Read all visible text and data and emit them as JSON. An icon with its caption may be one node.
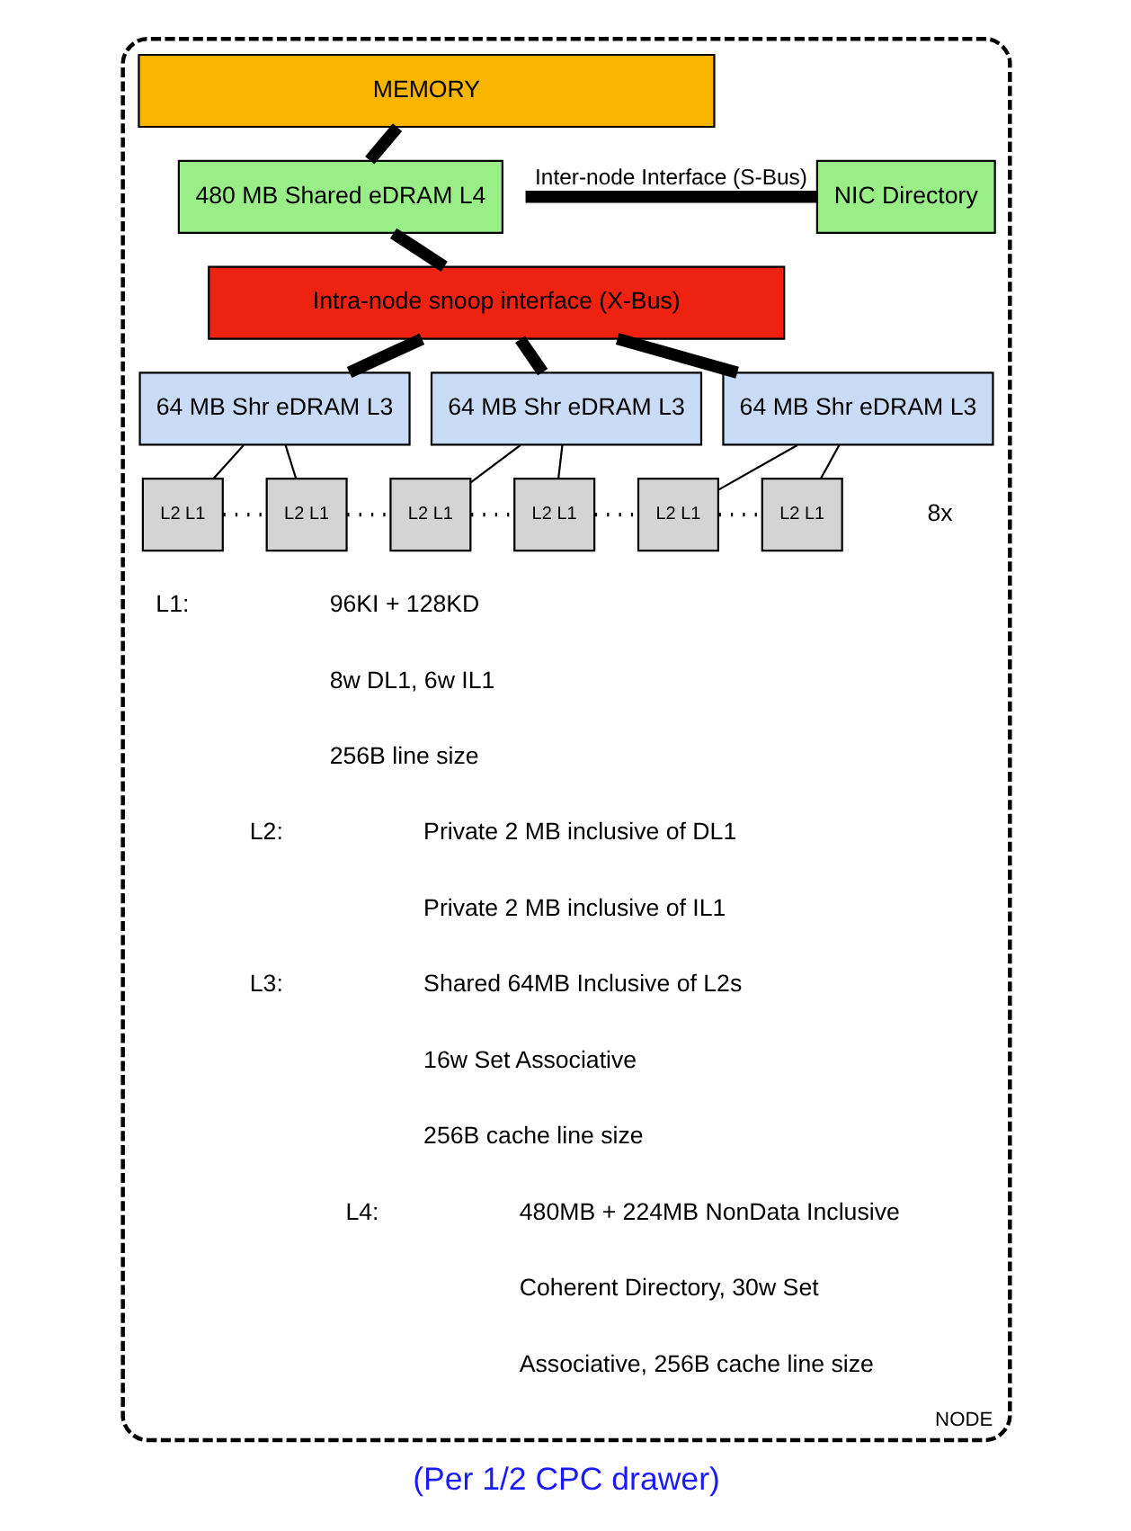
{
  "diagram": {
    "caption": "(Per 1/2 CPC drawer)",
    "nodes": [
      {
        "text": [
          "NODE"
        ]
      },
      {
        "text": [
          "MEMORY"
        ],
        "in": 0
      },
      {
        "text": [
          "NIC Directory"
        ],
        "in": 0
      },
      {
        "text": [
          "480 MB Shared eDRAM L4"
        ],
        "in": 0
      },
      {
        "text": [
          "Intra-node snoop interface (X-Bus)"
        ],
        "in": 0
      },
      {
        "text": [
          "64 MB Shr eDRAM L3"
        ],
        "in": 0
      },
      {
        "text": [
          "64 MB Shr eDRAM L3"
        ],
        "in": 0
      },
      {
        "text": [
          "64 MB Shr eDRAM L3"
        ],
        "in": 0
      },
      {
        "text": [
          "L2 L1"
        ],
        "in": 0
      },
      {
        "text": [
          "L2 L1"
        ],
        "in": 0
      },
      {
        "text": [
          "L2 L1"
        ],
        "in": 0
      },
      {
        "text": [
          "L2 L1"
        ],
        "in": 0
      },
      {
        "text": [
          "L2 L1"
        ],
        "in": 0
      },
      {
        "text": [
          "L2 L1"
        ],
        "in": 0
      }
    ],
    "edges": [
      {
        "from": null,
        "to": 2,
        "arrow": "none",
        "label": "Inter-node Interface (S-Bus)",
        "style": "thick"
      },
      {
        "from": 1,
        "to": 3,
        "arrow": "none",
        "style": "thick"
      },
      {
        "from": 3,
        "to": 4,
        "arrow": "none",
        "style": "thick"
      },
      {
        "from": 4,
        "to": 5,
        "arrow": "none",
        "style": "thick"
      },
      {
        "from": 4,
        "to": 6,
        "arrow": "none",
        "style": "thick"
      },
      {
        "from": 4,
        "to": 7,
        "arrow": "none",
        "style": "thick"
      },
      {
        "from": 5,
        "to": 8,
        "arrow": "none"
      },
      {
        "from": 5,
        "to": 9,
        "arrow": "none"
      },
      {
        "from": 6,
        "to": 10,
        "arrow": "none"
      },
      {
        "from": 6,
        "to": 11,
        "arrow": "none"
      },
      {
        "from": 7,
        "to": 12,
        "arrow": "none"
      },
      {
        "from": 7,
        "to": 13,
        "arrow": "none"
      },
      {
        "from": 8,
        "to": 9,
        "arrow": "none",
        "style": "dashed"
      },
      {
        "from": 9,
        "to": 10,
        "arrow": "none",
        "style": "dashed"
      },
      {
        "from": 10,
        "to": 11,
        "arrow": "none",
        "style": "dashed"
      },
      {
        "from": 11,
        "to": 12,
        "arrow": "none",
        "style": "dashed"
      },
      {
        "from": 12,
        "to": 13,
        "arrow": "none",
        "style": "dashed"
      }
    ],
    "labels": [
      "8x",
      "L1:",
      "96KI + 128KD",
      "8w DL1, 6w IL1",
      "256B line size",
      "L2:",
      "Private 2 MB inclusive of DL1",
      "Private 2 MB inclusive of IL1",
      "L3:",
      "Shared 64MB Inclusive of L2s",
      "16w Set Associative",
      "256B cache line size",
      "L4:",
      "480MB + 224MB NonData Inclusive",
      "Coherent Directory, 30w Set",
      "Associative, 256B cache line size"
    ]
  }
}
